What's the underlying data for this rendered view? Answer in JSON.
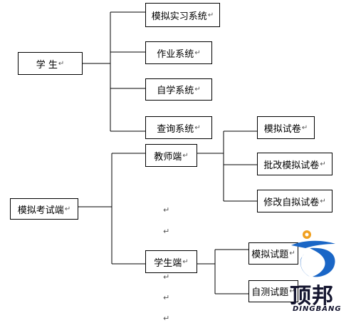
{
  "diagram": {
    "return_mark": "↵",
    "nodes": {
      "student": "学  生",
      "sim_practice": "模拟实习系统",
      "homework": "作业系统",
      "self_study": "自学系统",
      "query": "查询系统",
      "mock_exam": "模拟考试端",
      "teacher": "教师端",
      "mock_paper": "模拟试卷",
      "grade_paper": "批改模拟试卷",
      "edit_paper": "修改自拟试卷",
      "student_end": "学生端",
      "mock_questions": "模拟试题",
      "self_test": "自测试题"
    }
  },
  "watermark": {
    "main_text": "顶邦",
    "sub_text": "DINGBANG",
    "colors": {
      "blue": "#1a66c6",
      "orange": "#f0a020",
      "dark": "#14152f"
    }
  }
}
